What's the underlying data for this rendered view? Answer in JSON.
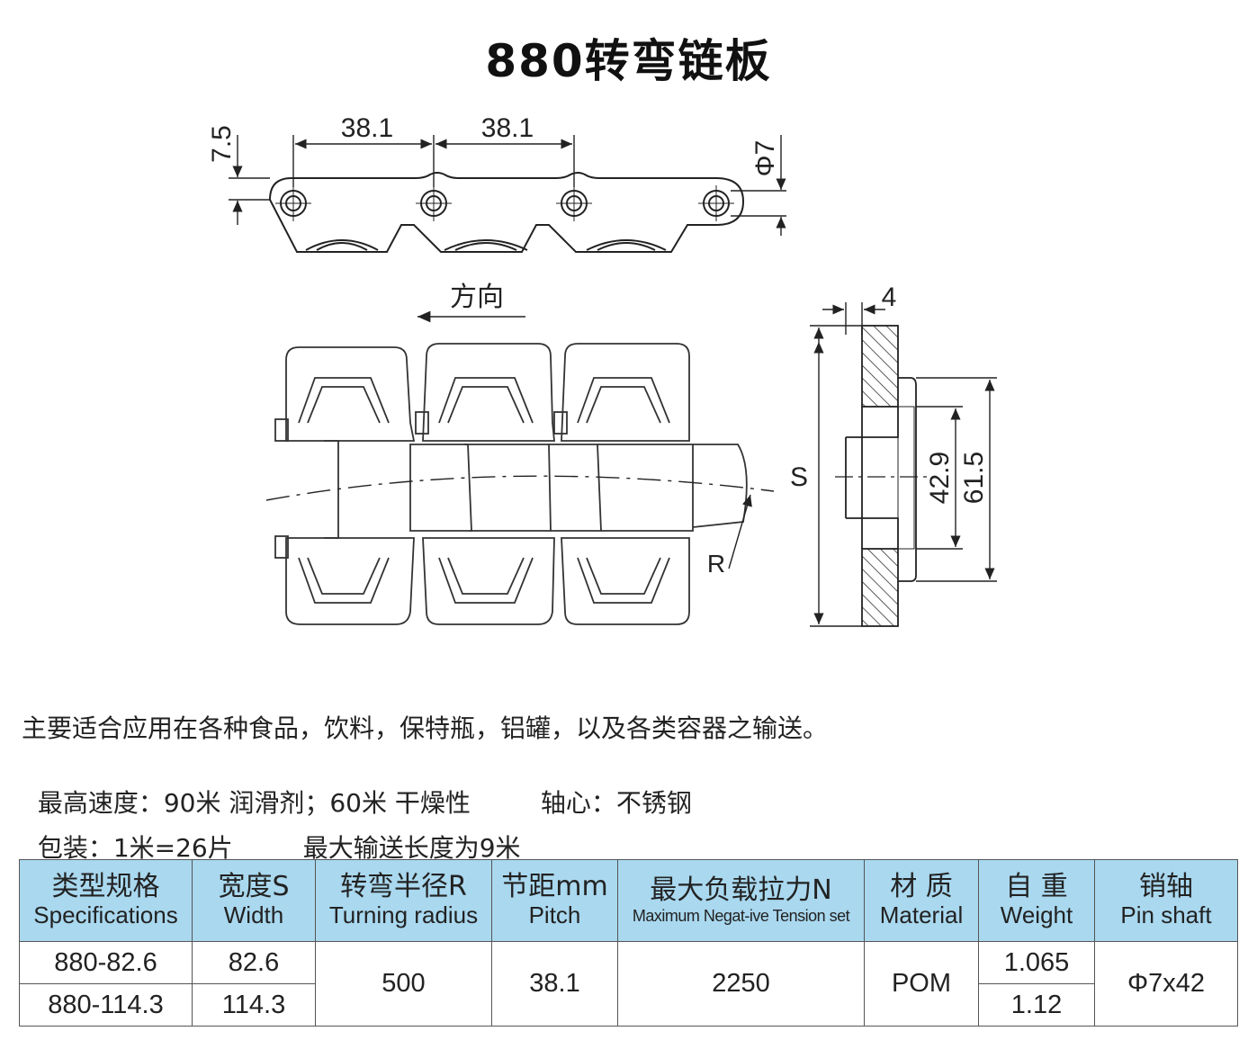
{
  "title": "880转弯链板",
  "drawing": {
    "dim_pitch_1": "38.1",
    "dim_pitch_2": "38.1",
    "dim_thickness": "7.5",
    "dim_pin_dia": "Φ7",
    "direction_label": "方向",
    "dim_side": "4",
    "dim_width": "S",
    "dim_inner": "42.9",
    "dim_outer": "61.5",
    "radius_label": "R"
  },
  "description": {
    "line1": "主要适合应用在各种食品，饮料，保特瓶，铝罐，以及各类容器之输送。",
    "line2a": "最高速度：90米 润滑剂；60米 干燥性",
    "line2b": "轴心：不锈钢",
    "line3a": "包装：1米=26片",
    "line3b": "最大输送长度为9米"
  },
  "table": {
    "headers": [
      {
        "zh": "类型规格",
        "en": "Specifications"
      },
      {
        "zh": "宽度S",
        "en": "Width"
      },
      {
        "zh": "转弯半径R",
        "en": "Turning radius"
      },
      {
        "zh": "节距mm",
        "en": "Pitch"
      },
      {
        "zh": "最大负载拉力N",
        "en": "Maximum Negat-ive Tension set"
      },
      {
        "zh": "材 质",
        "en": "Material"
      },
      {
        "zh": "自 重",
        "en": "Weight"
      },
      {
        "zh": "销轴",
        "en": "Pin shaft"
      }
    ],
    "row1": {
      "spec": "880-82.6",
      "width": "82.6",
      "weight": "1.065"
    },
    "row2": {
      "spec": "880-114.3",
      "width": "114.3",
      "weight": "1.12"
    },
    "shared": {
      "radius": "500",
      "pitch": "38.1",
      "tension": "2250",
      "material": "POM",
      "pin": "Φ7x42"
    }
  }
}
